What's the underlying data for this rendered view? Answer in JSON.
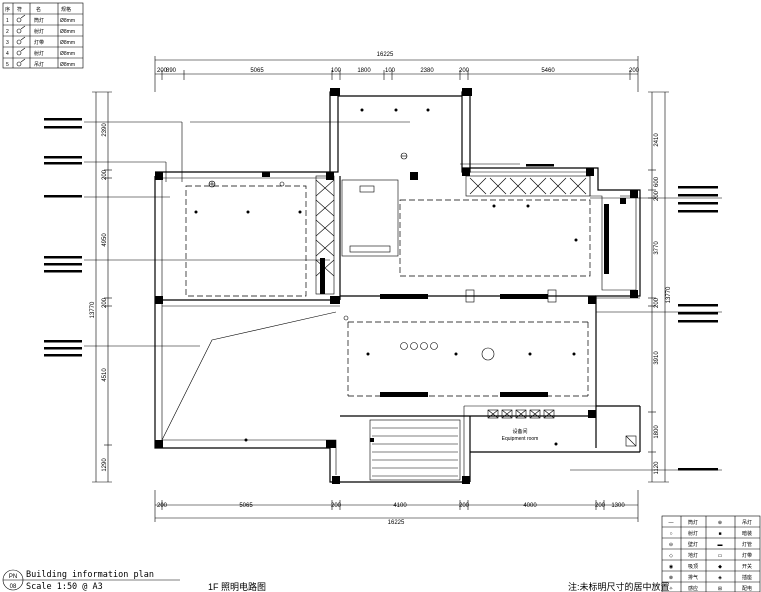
{
  "legend_top": {
    "header": [
      "序",
      "符",
      "名",
      "规格"
    ],
    "rows": [
      [
        "1",
        "筒灯",
        "Ø8mm"
      ],
      [
        "2",
        "射灯",
        "Ø8mm"
      ],
      [
        "3",
        "灯带",
        "Ø8mm"
      ],
      [
        "4",
        "射灯",
        "Ø8mm"
      ],
      [
        "5",
        "吊灯",
        "Ø8mm"
      ]
    ]
  },
  "dims_top": {
    "overall": "16225",
    "segments": [
      "200",
      "890",
      "5065",
      "100",
      "1800",
      "100",
      "2380",
      "200",
      "5460",
      "200"
    ]
  },
  "dims_bottom": {
    "overall": "16225",
    "segments": [
      "200",
      "5065",
      "200",
      "4100",
      "200",
      "4000",
      "200",
      "1300"
    ]
  },
  "dims_left": {
    "overall": "13770",
    "segments": [
      "2390",
      "200",
      "4950",
      "200",
      "4510",
      "1290"
    ]
  },
  "dims_right": {
    "overall": "13770",
    "segments": [
      "2410",
      "600",
      "200",
      "3770",
      "200",
      "3910",
      "1800",
      "1120"
    ]
  },
  "room_labels": {
    "equipment": "Equipment room",
    "equipment_cn": "设备间"
  },
  "title_block": {
    "badge_top": "PN",
    "badge_bottom": "08",
    "title": "Building information plan",
    "scale": "Scale 1:50 @ A3",
    "drawing_name": "1F 照明电路图",
    "note": "注:未标明尺寸的居中放置"
  },
  "legend_bottom": {
    "rows": [
      [
        "—",
        "筒灯",
        "⊕",
        "吊灯"
      ],
      [
        "○",
        "射灯",
        "■",
        "暗装"
      ],
      [
        "⊖",
        "壁灯",
        "▬",
        "灯管"
      ],
      [
        "◇",
        "地灯",
        "▭",
        "灯带"
      ],
      [
        "◉",
        "吸顶",
        "◆",
        "开关"
      ],
      [
        "⊗",
        "排气",
        "◈",
        "插座"
      ],
      [
        "✧",
        "感应",
        "⊞",
        "配电"
      ]
    ]
  }
}
